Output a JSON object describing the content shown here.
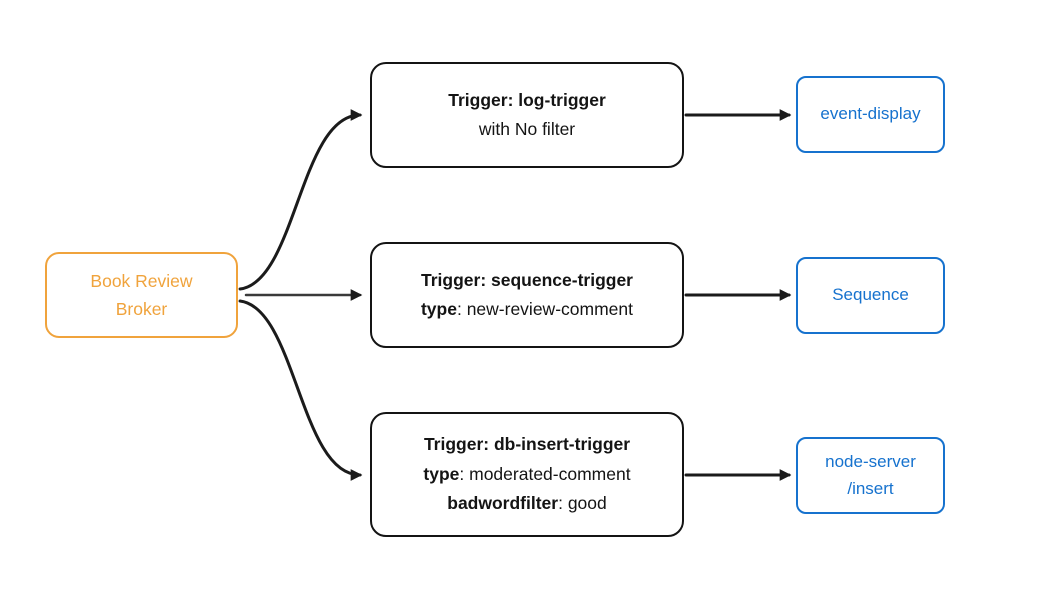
{
  "colors": {
    "broker_orange": "#F0A33C",
    "sink_blue": "#1672CE",
    "edge_black": "#1B1B1B"
  },
  "broker": {
    "lines": [
      "Book Review",
      "Broker"
    ]
  },
  "triggers": [
    {
      "title": "Trigger: log-trigger",
      "line2_key": "",
      "line2_rest": "with No filter"
    },
    {
      "title": "Trigger: sequence-trigger",
      "line2_key": "type",
      "line2_rest": ": new-review-comment"
    },
    {
      "title": "Trigger: db-insert-trigger",
      "line2_key": "type",
      "line2_rest": ": moderated-comment",
      "line3_key": "badwordfilter",
      "line3_rest": ": good"
    }
  ],
  "sinks": [
    {
      "lines": [
        "event-display"
      ]
    },
    {
      "lines": [
        "Sequence"
      ]
    },
    {
      "lines": [
        "node-server",
        "/insert"
      ]
    }
  ]
}
